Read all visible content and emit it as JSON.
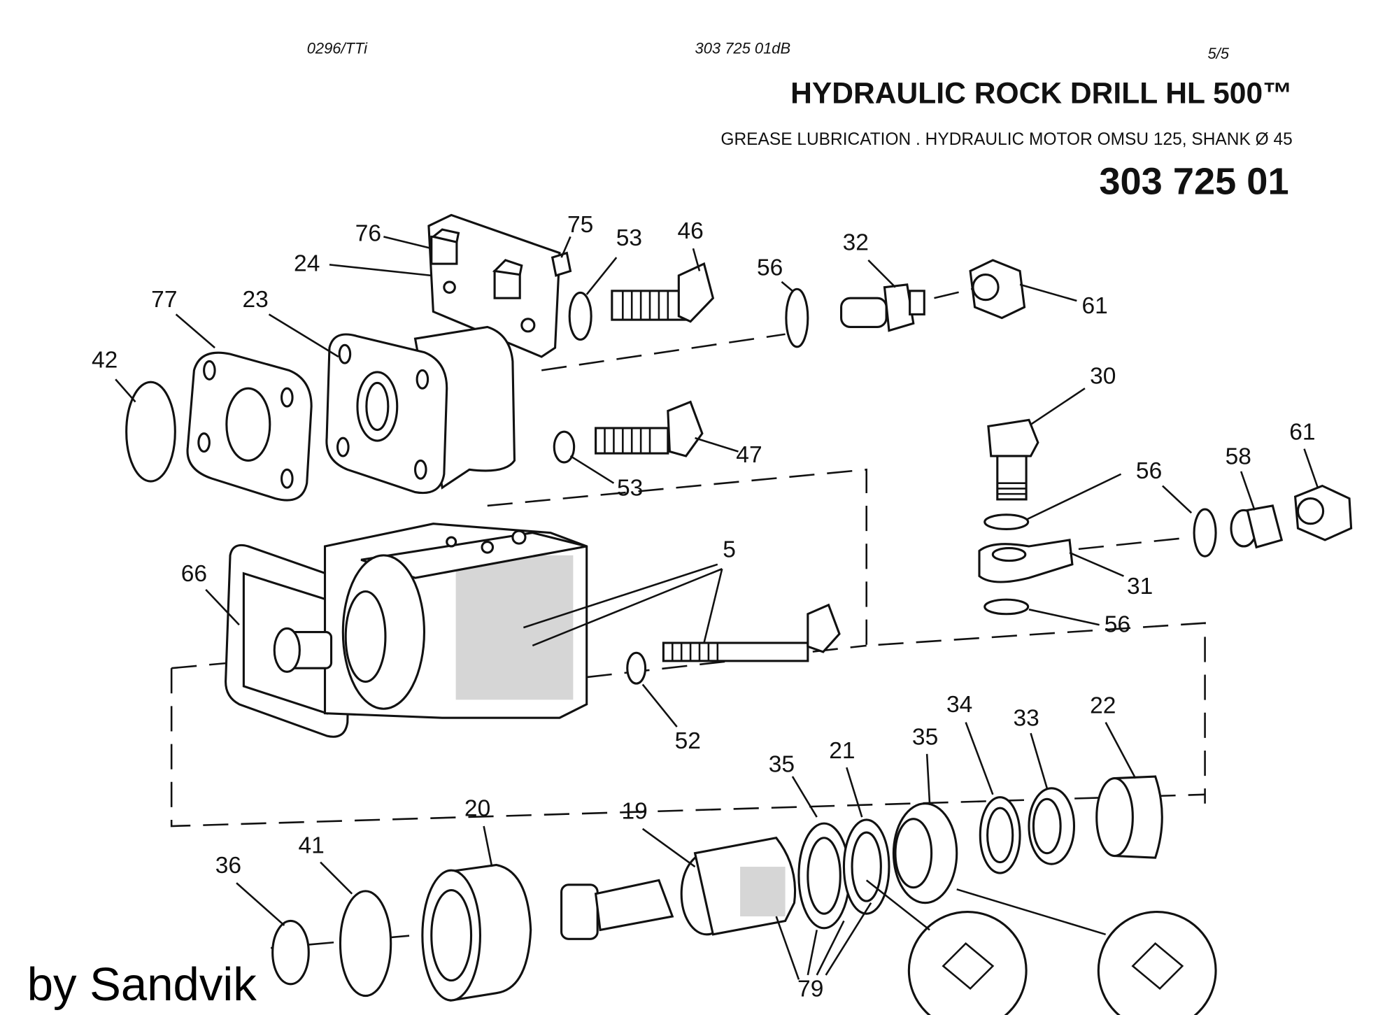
{
  "header": {
    "date_code": "0296/TTi",
    "doc_code": "303 725 01dB",
    "page": "5/5",
    "title": "HYDRAULIC ROCK DRILL HL 500™",
    "subtitle": "GREASE LUBRICATION . HYDRAULIC MOTOR OMSU 125,  SHANK Ø 45",
    "part_number": "303 725 01"
  },
  "callouts": [
    "76",
    "75",
    "53",
    "46",
    "24",
    "77",
    "23",
    "56",
    "32",
    "61",
    "42",
    "30",
    "47",
    "53",
    "61",
    "58",
    "56",
    "5",
    "66",
    "31",
    "56",
    "52",
    "22",
    "33",
    "34",
    "35",
    "21",
    "35",
    "20",
    "19",
    "36",
    "41",
    "79"
  ],
  "credit": "by Sandvik"
}
